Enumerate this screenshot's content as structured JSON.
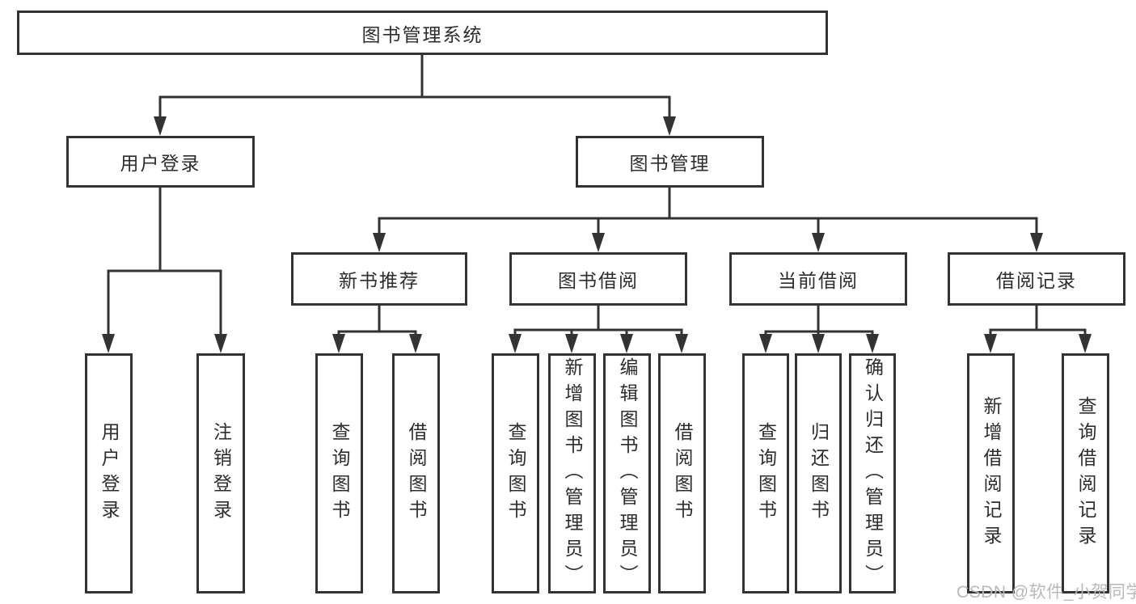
{
  "title": "图书管理系统",
  "watermark": "CSDN @软件_小贺同学",
  "colors": {
    "line": "#333333",
    "box_border": "#333333",
    "box_background": "#ffffff",
    "text": "#2d2d2d",
    "watermark_text": "#b9b9b9"
  },
  "tree": {
    "root": "图书管理系统",
    "children": [
      {
        "label": "用户登录",
        "children": [
          "用户登录",
          "注销登录"
        ]
      },
      {
        "label": "图书管理",
        "children": [
          {
            "label": "新书推荐",
            "children": [
              "查询图书",
              "借阅图书"
            ]
          },
          {
            "label": "图书借阅",
            "children": [
              "查询图书",
              "新增图书（管理员）",
              "编辑图书（管理员）",
              "借阅图书"
            ]
          },
          {
            "label": "当前借阅",
            "children": [
              "查询图书",
              "归还图书",
              "确认归还（管理员）"
            ]
          },
          {
            "label": "借阅记录",
            "children": [
              "新增借阅记录",
              "查询借阅记录"
            ]
          }
        ]
      }
    ]
  }
}
